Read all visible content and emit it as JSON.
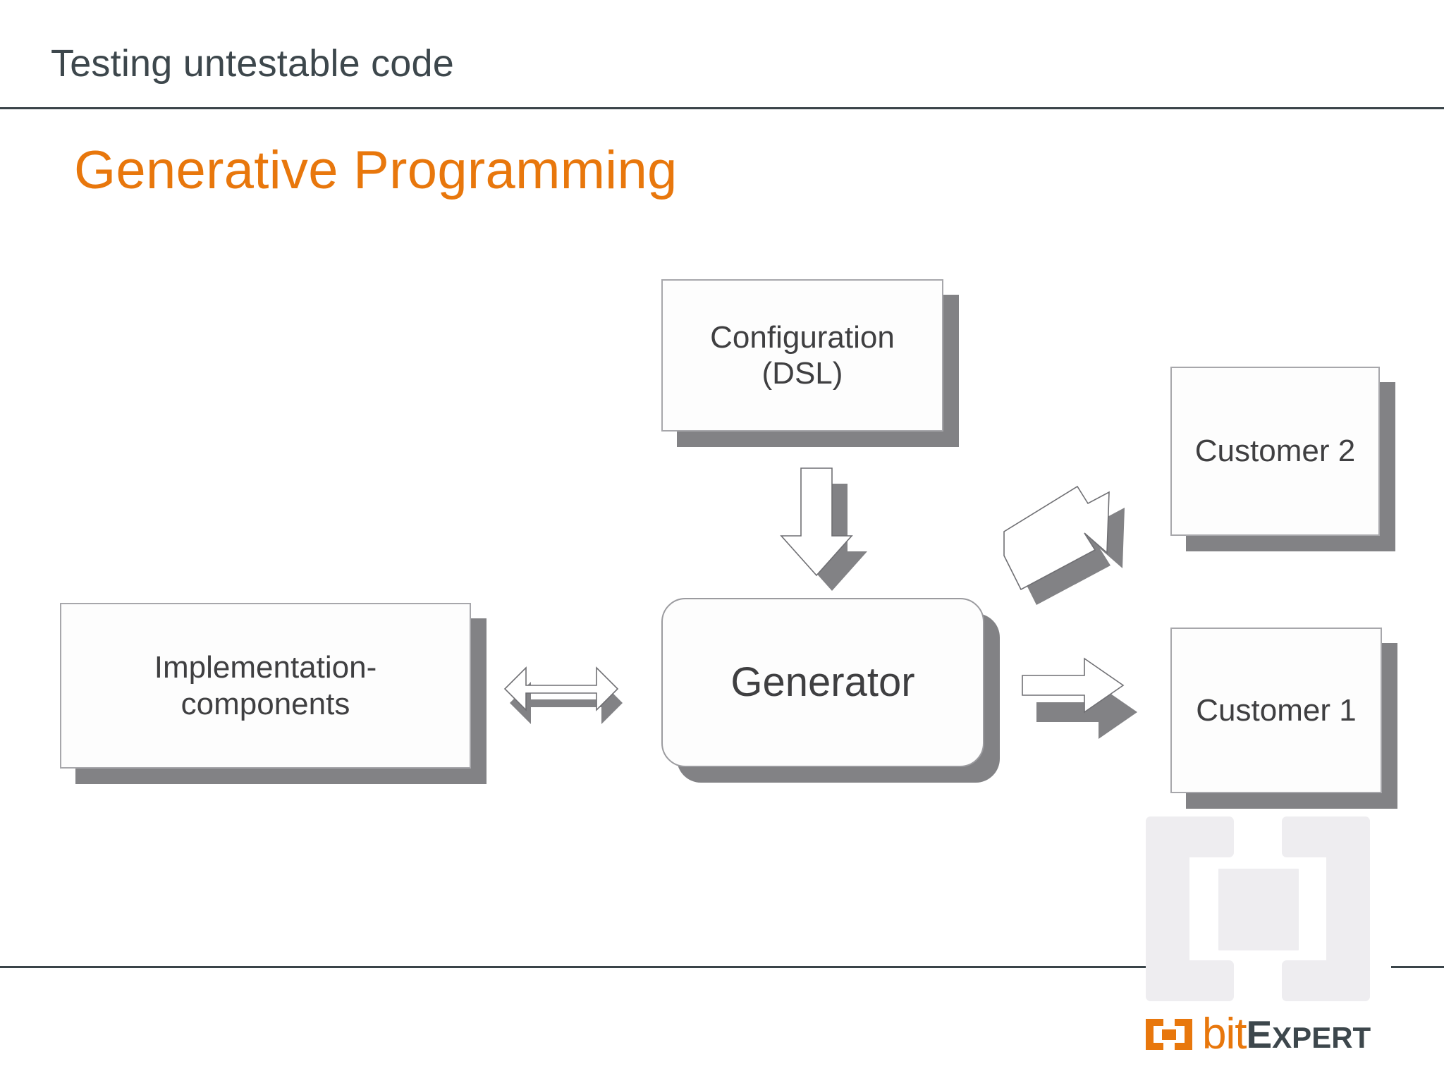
{
  "slide": {
    "kicker": "Testing untestable code",
    "title": "Generative Programming",
    "colors": {
      "accent_orange": "#E8770C",
      "text_dark": "#3D474C",
      "node_text": "#3F3F41",
      "shadow_gray": "#828285",
      "node_border": "#A7A7AB",
      "watermark_gray": "#EEEDF0",
      "background": "#FFFFFF"
    }
  },
  "diagram": {
    "nodes": [
      {
        "id": "configuration",
        "line1": "Configuration",
        "line2": "(DSL)",
        "shape": "rectangle"
      },
      {
        "id": "generator",
        "label": "Generator",
        "shape": "rounded-rectangle"
      },
      {
        "id": "implementation",
        "line1": "Implementation-",
        "line2": "components",
        "shape": "rectangle"
      },
      {
        "id": "customer2",
        "label": "Customer 2",
        "shape": "rectangle"
      },
      {
        "id": "customer1",
        "label": "Customer 1",
        "shape": "rectangle"
      }
    ],
    "connectors": [
      {
        "id": "config-to-generator",
        "direction": "down",
        "from": "configuration",
        "to": "generator"
      },
      {
        "id": "implementation-generator",
        "direction": "bidirectional-horizontal",
        "from": "implementation",
        "to": "generator"
      },
      {
        "id": "generator-to-customer2",
        "direction": "diagonal-up-right",
        "from": "generator",
        "to": "customer2"
      },
      {
        "id": "generator-to-customer1",
        "direction": "right",
        "from": "generator",
        "to": "customer1"
      }
    ]
  },
  "branding": {
    "logo_bit": "bit",
    "logo_expert_cap": "E",
    "logo_expert_rest": "XPERT"
  }
}
